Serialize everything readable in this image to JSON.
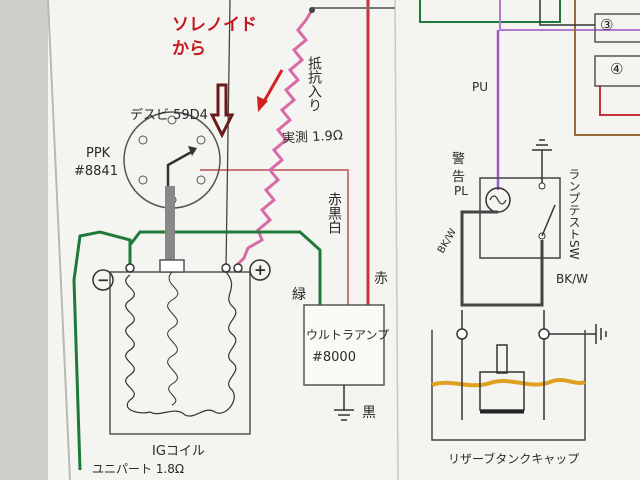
{
  "annotation": {
    "text": "ソレノイド\nから",
    "line1": "ソレノイド",
    "line2": "から",
    "color": "#c4161c"
  },
  "distributor": {
    "name": "デスビ 59D4",
    "pickup_line1": "PPK",
    "pickup_line2": "#8841"
  },
  "resistor_wire": {
    "label": "抵抗入り",
    "measure": "実測 1.9Ω"
  },
  "wire_labels": {
    "aka_kuro_shiro": "赤黒白",
    "aka": "赤",
    "midori": "緑",
    "kuro": "黒",
    "pu": "PU",
    "bk_w_left": "BK/W",
    "bk_w_right": "BK/W"
  },
  "ignition_coil": {
    "name": "IGコイル",
    "spec": "ユニパート 1.8Ω",
    "minus": "−",
    "plus": "+"
  },
  "amp": {
    "line1": "ウルトラアンプ",
    "line2": "#8000"
  },
  "warning_lamp": {
    "line1": "警",
    "line2": "告",
    "line3": "PL"
  },
  "lamp_test_sw": "ランプテストSW",
  "reservoir": "リザーブタンクキャップ",
  "numbered_boxes": [
    "③",
    "④"
  ],
  "colors": {
    "green": "#1f7a3a",
    "red": "#c8323c",
    "pink": "#d86aa8",
    "purple": "#9b59c8",
    "dark": "#333333"
  }
}
